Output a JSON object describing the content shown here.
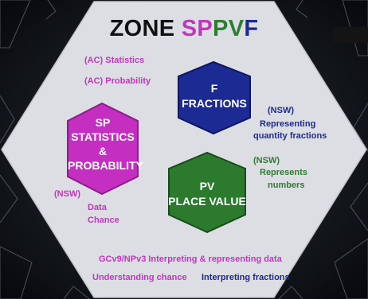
{
  "title": {
    "prefix": "ZONE ",
    "letters": [
      {
        "text": "SP",
        "color": "#c136bf"
      },
      {
        "text": "PV",
        "color": "#2e7d32"
      },
      {
        "text": "F",
        "color": "#1f2a8c"
      }
    ]
  },
  "hexagons": [
    {
      "id": "F",
      "lines": [
        "F",
        "FRACTIONS"
      ],
      "fill": "#1c2a93",
      "stroke": "#0f1560"
    },
    {
      "id": "SP",
      "lines": [
        "SP",
        "STATISTICS",
        "&",
        "PROBABILITY"
      ],
      "fill": "#c42fc2",
      "stroke": "#8a1e87"
    },
    {
      "id": "PV",
      "lines": [
        "PV",
        "PLACE VALUE"
      ],
      "fill": "#2b7a2e",
      "stroke": "#1a4c1c"
    }
  ],
  "notes": {
    "ac_statistics": "(AC) Statistics",
    "ac_probability": "(AC) Probability",
    "nsw_fractions_tag": "(NSW)",
    "nsw_fractions_l1": "Representing",
    "nsw_fractions_l2": "quantity fractions",
    "nsw_pv_tag": "(NSW)",
    "nsw_pv_l1": "Represents",
    "nsw_pv_l2": "numbers",
    "nsw_sp_tag": "(NSW)",
    "nsw_sp_l1": "Data",
    "nsw_sp_l2": "Chance",
    "gc_line": "GCv9/NPv3 Interpreting & representing data",
    "understanding_chance": "Understanding chance",
    "interpreting_fractions": "Interpreting fractions"
  },
  "colors": {
    "background": "#000000",
    "big_hexagon": "#dcdee3",
    "magenta": "#c136bf",
    "green": "#2e7d32",
    "blue": "#1f2a8c"
  }
}
